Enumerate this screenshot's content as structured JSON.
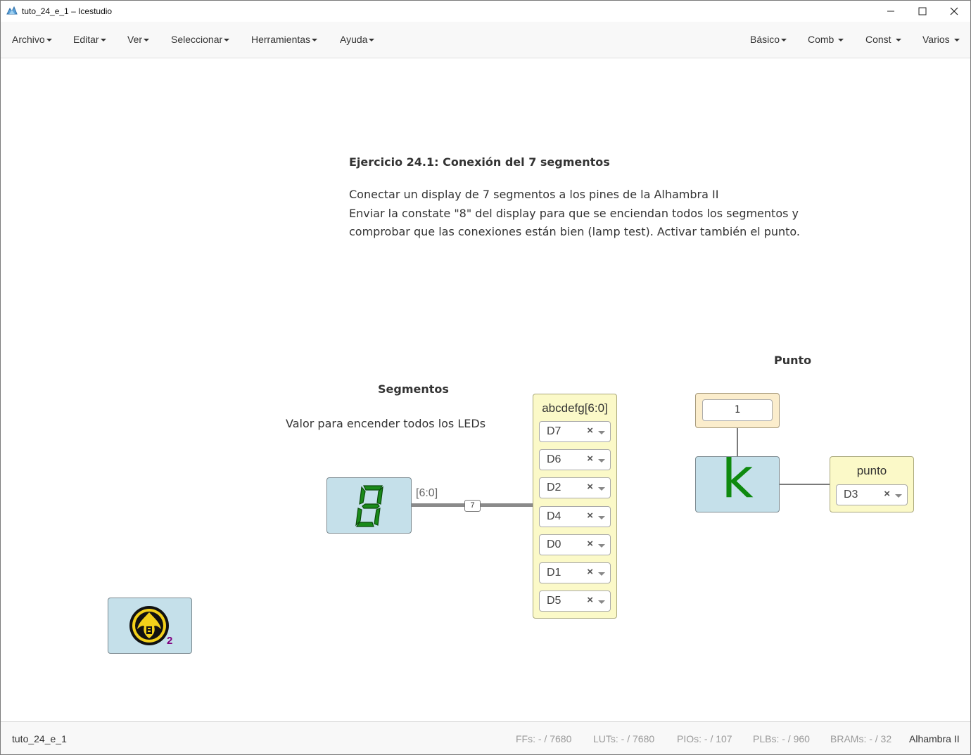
{
  "window": {
    "title": "tuto_24_e_1 – Icestudio",
    "controls": [
      "minimize-icon",
      "maximize-icon",
      "close-icon"
    ]
  },
  "menubar": {
    "left": [
      "Archivo",
      "Editar",
      "Ver",
      "Seleccionar",
      "Herramientas",
      "Ayuda"
    ],
    "right": [
      "Básico",
      "Comb",
      "Const",
      "Varios"
    ]
  },
  "canvas": {
    "info_title": "Ejercicio 24.1: Conexión del 7 segmentos",
    "info_lines": [
      "Conectar un display de 7 segmentos a los pines de la Alhambra II",
      "Enviar la constate \"8\" del display para que se enciendan todos los segmentos y",
      "comprobar que las conexiones están bien (lamp test). Activar también el punto."
    ],
    "segmentos_label": "Segmentos",
    "valor_label": "Valor para encender todos los LEDs",
    "punto_label": "Punto",
    "display_block": {
      "glyph": "8",
      "icon": "seven-segment-icon"
    },
    "wire_range": "[6:0]",
    "bus_size": "7",
    "output_bus": {
      "name": "abcdefg[6:0]",
      "pins": [
        "D7",
        "D6",
        "D2",
        "D4",
        "D0",
        "D1",
        "D5"
      ]
    },
    "constant": {
      "value": "1"
    },
    "k_block": {
      "glyph": "k"
    },
    "punto_output": {
      "name": "punto",
      "pin": "D3"
    },
    "logo_block": {
      "icon": "jedi-logo-icon",
      "badge": "2"
    },
    "clear_glyph": "×"
  },
  "statusbar": {
    "file": "tuto_24_e_1",
    "ffs": "FFs:  - / 7680",
    "luts": "LUTs:  - / 7680",
    "pios": "PIOs:  - / 107",
    "plbs": "PLBs:  - / 960",
    "brams": "BRAMs:  - / 32",
    "board": "Alhambra II"
  },
  "colors": {
    "block_blue": "#c5e0ea",
    "block_yellow": "#fbf9c8",
    "block_beige": "#fbedcc",
    "segment_green": "#1a8a1a",
    "k_green": "#0f8a0f",
    "logo_yellow": "#f2d01a",
    "badge_purple": "#800080"
  }
}
